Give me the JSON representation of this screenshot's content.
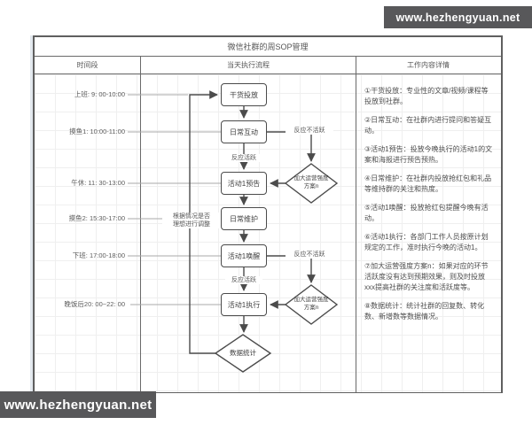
{
  "watermarks": {
    "top": "www.hezhengyuan.net",
    "bottom": "www.hezhengyuan.net"
  },
  "table": {
    "title": "微信社群的周SOP管理",
    "columns": [
      "时间段",
      "当天执行流程",
      "工作内容详情"
    ]
  },
  "timeline": [
    {
      "label": "上班: 9: 00-10:00"
    },
    {
      "label": "摸鱼1: 10:00-11:00"
    },
    {
      "label": "午休: 11: 30-13:00"
    },
    {
      "label": "摸鱼2: 15:30-17:00"
    },
    {
      "label": "下班: 17:00-18:00"
    },
    {
      "label": "晚饭后20: 00~22: 00"
    }
  ],
  "flowchart": {
    "nodes": {
      "content_post": "干货投放",
      "daily_interact": "日常互动",
      "activity_preview": "活动1预告",
      "daily_maintain": "日常维护",
      "activity_wake": "活动1唤醒",
      "activity_exec": "活动1执行",
      "data_stats": "数据统计",
      "boost1_line1": "加大运营强度",
      "boost1_line2": "方案n",
      "boost2_line1": "加大运营强度",
      "boost2_line2": "方案n"
    },
    "edges": {
      "inactive1": "反应不活跃",
      "active1": "反应活跃",
      "inactive2": "反应不活跃",
      "active2": "反应活跃",
      "adjust_line1": "根据情况是否",
      "adjust_line2": "理想进行调整"
    }
  },
  "details": [
    {
      "text": "①干货投放：专业性的文章/视频/课程等投放到社群。"
    },
    {
      "text": "②日常互动：在社群内进行提问和答疑互动。"
    },
    {
      "text": "③活动1预告：投放今晚执行的活动1的文案和海报进行预告预热。"
    },
    {
      "text": "④日常维护：在社群内投放抢红包和礼品等维持群的关注和热度。"
    },
    {
      "text": "⑤活动1唤醒：投放抢红包提醒今晚有活动。"
    },
    {
      "text": "⑥活动1执行：各部门工作人员按原计划规定的工作，准时执行今晚的活动1。"
    },
    {
      "text": "⑦加大运营强度方案n：如果对应的环节活跃度没有达到预期效果，则及时投放xxx提高社群的关注度和活跃度等。"
    },
    {
      "text": "⑧数据统计：统计社群的回复数、转化数、新增数等数据情况。"
    }
  ],
  "colors": {
    "watermark_bg": "#58585a",
    "table_border": "#5f5f5f",
    "flow_stroke": "#4b4b4b",
    "grid_line": "#efefef"
  }
}
